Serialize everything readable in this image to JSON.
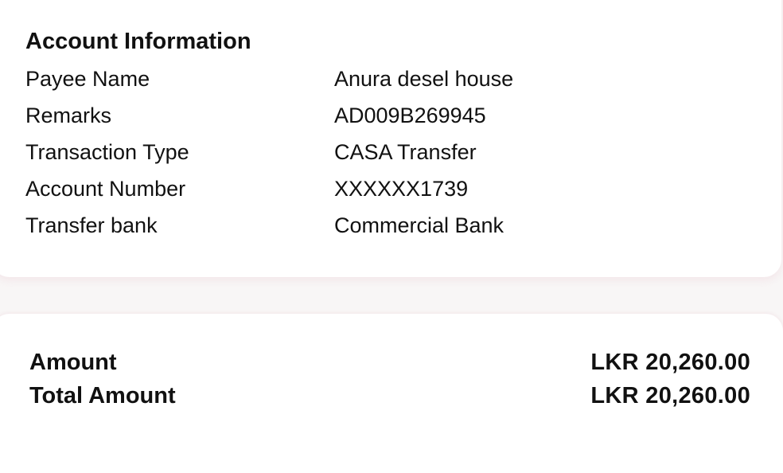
{
  "account_info": {
    "title": "Account Information",
    "rows": [
      {
        "label": "Payee Name",
        "value": "Anura desel house"
      },
      {
        "label": "Remarks",
        "value": "AD009B269945"
      },
      {
        "label": "Transaction Type",
        "value": "CASA Transfer"
      },
      {
        "label": "Account Number",
        "value": "XXXXXX1739"
      },
      {
        "label": "Transfer bank",
        "value": "Commercial Bank"
      }
    ]
  },
  "summary": {
    "rows": [
      {
        "label": "Amount",
        "value": "LKR 20,260.00"
      },
      {
        "label": "Total Amount",
        "value": "LKR 20,260.00"
      }
    ]
  }
}
